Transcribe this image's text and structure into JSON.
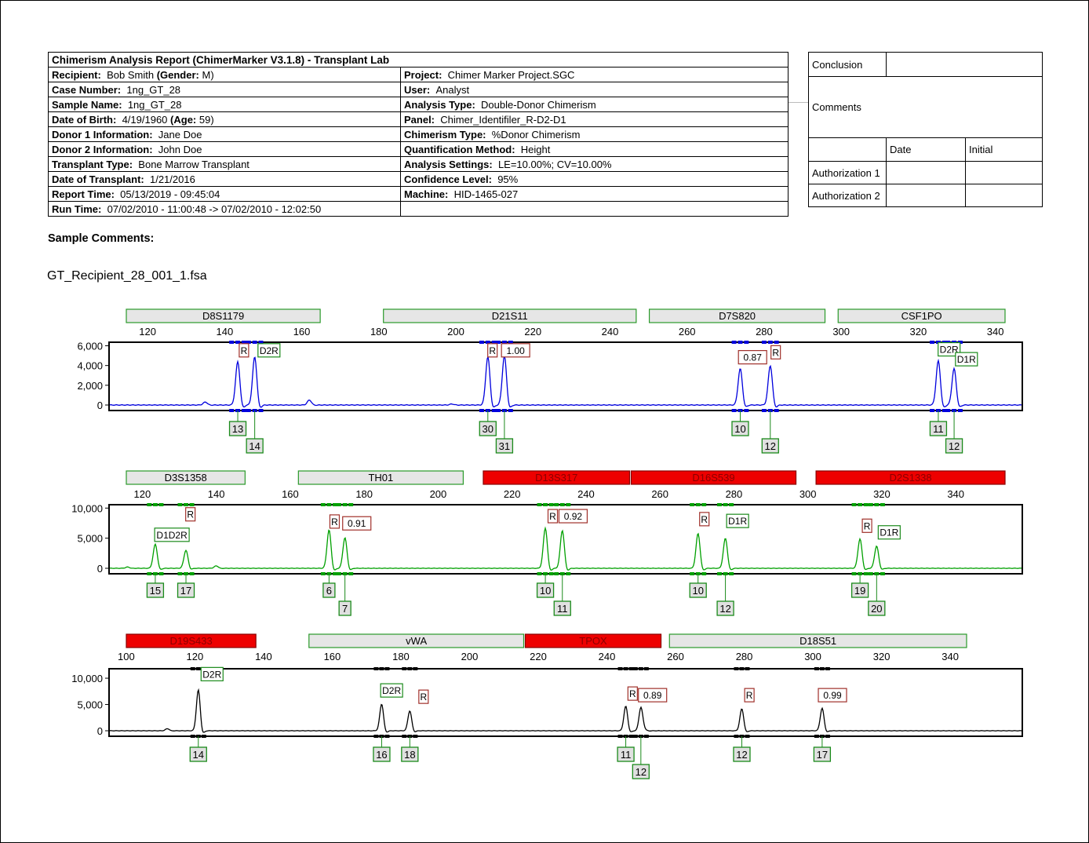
{
  "report": {
    "title": "Chimerism Analysis Report (ChimerMarker V3.1.8)  - Transplant Lab",
    "rows": [
      {
        "l_label": "Recipient:",
        "l_value": "Bob Smith",
        "l_extra_label": "(Gender:",
        "l_extra_value": "M)",
        "r_label": "Project:",
        "r_value": "Chimer Marker Project.SGC"
      },
      {
        "l_label": "Case Number:",
        "l_value": "1ng_GT_28",
        "r_label": "User:",
        "r_value": "Analyst"
      },
      {
        "l_label": "Sample Name:",
        "l_value": "1ng_GT_28",
        "r_label": "Analysis Type:",
        "r_value": "Double-Donor Chimerism"
      },
      {
        "l_label": "Date of Birth:",
        "l_value": "4/19/1960",
        "l_extra_label": "(Age:",
        "l_extra_value": "59)",
        "r_label": "Panel:",
        "r_value": "Chimer_Identifiler_R-D2-D1"
      },
      {
        "l_label": "Donor 1 Information:",
        "l_value": "Jane Doe",
        "r_label": "Chimerism Type:",
        "r_value": "%Donor Chimerism"
      },
      {
        "l_label": "Donor 2 Information:",
        "l_value": "John Doe",
        "r_label": "Quantification Method:",
        "r_value": "Height"
      },
      {
        "l_label": "Transplant Type:",
        "l_value": "Bone Marrow Transplant",
        "r_label": "Analysis Settings:",
        "r_value": "LE=10.00%; CV=10.00%"
      },
      {
        "l_label": "Date of Transplant:",
        "l_value": "1/21/2016",
        "r_label": "Confidence Level:",
        "r_value": "95%"
      },
      {
        "l_label": "Report Time:",
        "l_value": "05/13/2019 - 09:45:04",
        "r_label": "Machine:",
        "r_value": "HID-1465-027"
      },
      {
        "l_label": "Run Time:",
        "l_value": "07/02/2010 - 11:00:48 -> 07/02/2010 - 12:02:50",
        "r_label": "",
        "r_value": ""
      }
    ]
  },
  "conclusion_box": {
    "conclusion_label": "Conclusion",
    "comments_label": "Comments",
    "date_label": "Date",
    "initial_label": "Initial",
    "auth1_label": "Authorization 1",
    "auth2_label": "Authorization 2"
  },
  "sample_comments_label": "Sample Comments:",
  "file_name": "GT_Recipient_28_001_1.fsa",
  "panels": [
    {
      "color": "#0000dd",
      "range": [
        110,
        347
      ],
      "ymax": 6200,
      "ytick_values": [
        6000,
        4000,
        2000,
        0
      ],
      "ytick_labels": [
        "6,000",
        "4,000",
        "2,000",
        "0"
      ],
      "xticks": [
        120,
        140,
        160,
        180,
        200,
        220,
        240,
        260,
        280,
        300,
        320,
        340
      ],
      "markers": [
        {
          "name": "D8S1179",
          "from": 109,
          "to": 165,
          "fail": false
        },
        {
          "name": "D21S11",
          "from": 181,
          "to": 247,
          "fail": false
        },
        {
          "name": "D7S820",
          "from": 250,
          "to": 296,
          "fail": false
        },
        {
          "name": "CSF1PO",
          "from": 299,
          "to": 346,
          "fail": false
        }
      ],
      "peaks": [
        {
          "x": 143.4,
          "h": 4400,
          "call": "13",
          "row": 0
        },
        {
          "x": 147.8,
          "h": 4900,
          "call": "14",
          "row": 1
        },
        {
          "x": 208.3,
          "h": 4900,
          "call": "30",
          "row": 0
        },
        {
          "x": 212.6,
          "h": 5000,
          "call": "31",
          "row": 1
        },
        {
          "x": 273.8,
          "h": 3700,
          "call": "10",
          "row": 0
        },
        {
          "x": 281.6,
          "h": 4000,
          "call": "12",
          "row": 1
        },
        {
          "x": 325.2,
          "h": 4500,
          "call": "11",
          "row": 0
        },
        {
          "x": 329.3,
          "h": 3700,
          "call": "12",
          "row": 1
        }
      ],
      "small_peaks": [
        [
          135,
          300
        ],
        [
          162,
          500
        ],
        [
          199,
          100
        ]
      ],
      "labels": [
        {
          "x": 145.0,
          "y": 5500,
          "text": "R",
          "type": "red"
        },
        {
          "x": 151.5,
          "y": 5500,
          "text": "D2R",
          "type": "green"
        },
        {
          "x": 209.5,
          "y": 5500,
          "text": "R",
          "type": "red"
        },
        {
          "x": 215.5,
          "y": 5500,
          "text": "1.00",
          "type": "red"
        },
        {
          "x": 277.0,
          "y": 4800,
          "text": "0.87",
          "type": "red"
        },
        {
          "x": 283.0,
          "y": 5300,
          "text": "R",
          "type": "red"
        },
        {
          "x": 328.0,
          "y": 5600,
          "text": "D2R",
          "type": "green"
        },
        {
          "x": 332.5,
          "y": 4600,
          "text": "D1R",
          "type": "green"
        }
      ]
    },
    {
      "color": "#00a000",
      "range": [
        111,
        358
      ],
      "ymax": 10300,
      "ytick_values": [
        10000,
        5000,
        0
      ],
      "ytick_labels": [
        "10,000",
        "5,000",
        "0"
      ],
      "xticks": [
        120,
        140,
        160,
        180,
        200,
        220,
        240,
        260,
        280,
        300,
        320,
        340,
        360
      ],
      "markers": [
        {
          "name": "D3S1358",
          "from": 110,
          "to": 148,
          "fail": false
        },
        {
          "name": "TH01",
          "from": 162,
          "to": 207,
          "fail": false
        },
        {
          "name": "D13S317",
          "from": 212,
          "to": 252,
          "fail": true
        },
        {
          "name": "D16S539",
          "from": 252,
          "to": 297,
          "fail": true
        },
        {
          "name": "D2S1338",
          "from": 302,
          "to": 364,
          "fail": true
        }
      ],
      "peaks": [
        {
          "x": 123.5,
          "h": 4000,
          "call": "15",
          "row": 0
        },
        {
          "x": 131.8,
          "h": 3000,
          "call": "17",
          "row": 0
        },
        {
          "x": 170.5,
          "h": 6400,
          "call": "6",
          "row": 0
        },
        {
          "x": 174.8,
          "h": 5100,
          "call": "7",
          "row": 1
        },
        {
          "x": 229.0,
          "h": 6700,
          "call": "10",
          "row": 0
        },
        {
          "x": 233.6,
          "h": 6300,
          "call": "11",
          "row": 1
        },
        {
          "x": 270.3,
          "h": 5800,
          "call": "10",
          "row": 0
        },
        {
          "x": 277.7,
          "h": 5000,
          "call": "12",
          "row": 1
        },
        {
          "x": 314.1,
          "h": 4900,
          "call": "19",
          "row": 0
        },
        {
          "x": 318.6,
          "h": 3700,
          "call": "20",
          "row": 1
        }
      ],
      "small_peaks": [
        [
          116,
          200
        ],
        [
          140,
          400
        ]
      ],
      "labels": [
        {
          "x": 128.0,
          "y": 5500,
          "text": "D1D2R",
          "type": "green"
        },
        {
          "x": 133.0,
          "y": 8900,
          "text": "R",
          "type": "red"
        },
        {
          "x": 172.0,
          "y": 7700,
          "text": "R",
          "type": "red"
        },
        {
          "x": 178.0,
          "y": 7400,
          "text": "0.91",
          "type": "red"
        },
        {
          "x": 231.0,
          "y": 8600,
          "text": "R",
          "type": "red"
        },
        {
          "x": 236.5,
          "y": 8600,
          "text": "0.92",
          "type": "red"
        },
        {
          "x": 272.0,
          "y": 8100,
          "text": "R",
          "type": "red"
        },
        {
          "x": 281.0,
          "y": 7800,
          "text": "D1R",
          "type": "green"
        },
        {
          "x": 316.0,
          "y": 7000,
          "text": "R",
          "type": "red"
        },
        {
          "x": 322.0,
          "y": 5900,
          "text": "D1R",
          "type": "green"
        }
      ]
    },
    {
      "color": "#000000",
      "range": [
        95,
        361
      ],
      "ymax": 11500,
      "ytick_values": [
        10000,
        5000,
        0
      ],
      "ytick_labels": [
        "10,000",
        "5,000",
        "0"
      ],
      "xticks": [
        100,
        120,
        140,
        160,
        180,
        200,
        220,
        240,
        260,
        280,
        300,
        320,
        340
      ],
      "markers": [
        {
          "name": "D19S433",
          "from": 94,
          "to": 138,
          "fail": true
        },
        {
          "name": "vWA",
          "from": 153,
          "to": 216,
          "fail": false
        },
        {
          "name": "TPOX",
          "from": 216,
          "to": 256,
          "fail": true
        },
        {
          "name": "D18S51",
          "from": 258,
          "to": 345,
          "fail": false
        }
      ],
      "peaks": [
        {
          "x": 121.0,
          "h": 7800,
          "call": "14",
          "row": 0
        },
        {
          "x": 174.4,
          "h": 5100,
          "call": "16",
          "row": 0
        },
        {
          "x": 182.6,
          "h": 3800,
          "call": "18",
          "row": 0
        },
        {
          "x": 245.5,
          "h": 4700,
          "call": "11",
          "row": 0
        },
        {
          "x": 249.9,
          "h": 4400,
          "call": "12",
          "row": 1
        },
        {
          "x": 279.3,
          "h": 4200,
          "call": "12",
          "row": 0
        },
        {
          "x": 302.7,
          "h": 4300,
          "call": "17",
          "row": 0
        }
      ],
      "small_peaks": [
        [
          112,
          400
        ],
        [
          251,
          600
        ]
      ],
      "labels": [
        {
          "x": 125.0,
          "y": 10700,
          "text": "D2R",
          "type": "green"
        },
        {
          "x": 177.3,
          "y": 7600,
          "text": "D2R",
          "type": "green"
        },
        {
          "x": 186.6,
          "y": 6400,
          "text": "R",
          "type": "red"
        },
        {
          "x": 247.5,
          "y": 7000,
          "text": "R",
          "type": "red"
        },
        {
          "x": 253.3,
          "y": 6700,
          "text": "0.89",
          "type": "red"
        },
        {
          "x": 281.5,
          "y": 6700,
          "text": "R",
          "type": "red"
        },
        {
          "x": 305.7,
          "y": 6700,
          "text": "0.99",
          "type": "red"
        }
      ]
    }
  ]
}
